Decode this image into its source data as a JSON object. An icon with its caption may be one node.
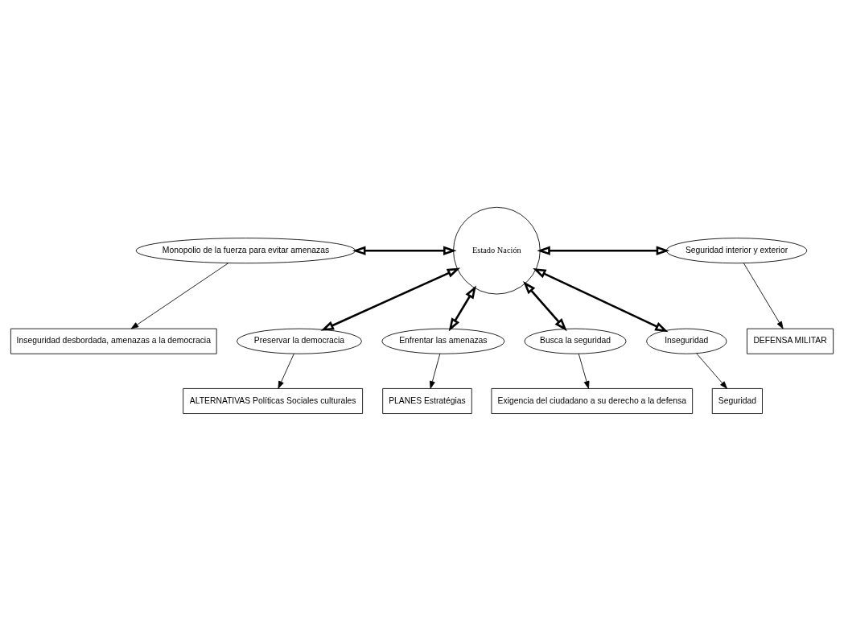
{
  "diagram": {
    "nodes": [
      {
        "text": [
          "Estado Nación"
        ]
      },
      {
        "text": [
          "Monopolio de la fuerza para evitar amenazas"
        ]
      },
      {
        "text": [
          "Seguridad interior y exterior"
        ]
      },
      {
        "text": [
          "Inseguridad desbordada, amenazas a la democracia"
        ]
      },
      {
        "text": [
          "DEFENSA MILITAR"
        ]
      },
      {
        "text": [
          "Busca la seguridad"
        ]
      },
      {
        "text": [
          "Inseguridad"
        ]
      },
      {
        "text": [
          "Preservar la democracia"
        ]
      },
      {
        "text": [
          "Enfrentar las amenazas"
        ]
      },
      {
        "text": [
          "Exigencia del ciudadano a su derecho a la defensa"
        ]
      },
      {
        "text": [
          "Seguridad"
        ]
      },
      {
        "text": [
          "ALTERNATIVAS Políticas Sociales culturales"
        ]
      },
      {
        "text": [
          "PLANES Estratégias"
        ]
      }
    ],
    "edges": [
      {
        "from": 1,
        "to": 0,
        "arrow": "both",
        "style": "thick"
      },
      {
        "from": 0,
        "to": 2,
        "arrow": "both",
        "style": "thick"
      },
      {
        "from": 1,
        "to": 3,
        "arrow": "to"
      },
      {
        "from": 2,
        "to": 4,
        "arrow": "to"
      },
      {
        "from": 0,
        "to": 5,
        "arrow": "both",
        "style": "thick"
      },
      {
        "from": 0,
        "to": 6,
        "arrow": "both",
        "style": "thick"
      },
      {
        "from": 0,
        "to": 7,
        "arrow": "both",
        "style": "thick"
      },
      {
        "from": 0,
        "to": 8,
        "arrow": "both",
        "style": "thick"
      },
      {
        "from": 5,
        "to": 9,
        "arrow": "to"
      },
      {
        "from": 6,
        "to": 10,
        "arrow": "to"
      },
      {
        "from": 7,
        "to": 11,
        "arrow": "to"
      },
      {
        "from": 8,
        "to": 12,
        "arrow": "to"
      }
    ]
  }
}
